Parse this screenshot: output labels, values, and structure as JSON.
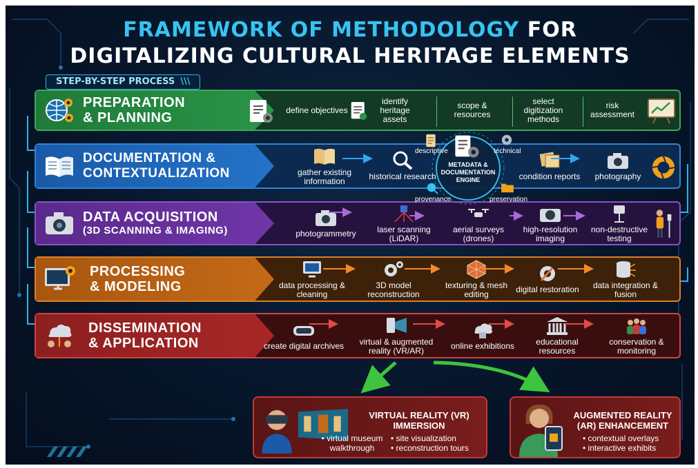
{
  "title": {
    "line1_accent": "FRAMEWORK OF METHODOLOGY",
    "line1_rest": " FOR",
    "line2": "DIGITALIZING CULTURAL HERITAGE ELEMENTS"
  },
  "step_tag": {
    "label": "STEP-BY-STEP PROCESS",
    "slashes": "\\\\\\"
  },
  "bands": [
    {
      "title": "PREPARATION",
      "title2": "& PLANNING",
      "items": [
        "define objectives",
        "identify heritage assets",
        "scope & resources",
        "select digitization methods",
        "risk assessment"
      ]
    },
    {
      "title": "DOCUMENTATION &",
      "title2": "CONTEXTUALIZATION",
      "items": [
        "gather existing information",
        "historical research",
        "condition reports",
        "photography"
      ]
    },
    {
      "title": "DATA ACQUISITION",
      "title2": "(3D SCANNING & IMAGING)",
      "items": [
        "photogrammetry",
        "laser scanning (LiDAR)",
        "aerial surveys (drones)",
        "high-resolution imaging",
        "non-destructive testing"
      ]
    },
    {
      "title": "PROCESSING",
      "title2": "& MODELING",
      "items": [
        "data processing & cleaning",
        "3D model reconstruction",
        "texturing & mesh editing",
        "digital restoration",
        "data integration & fusion"
      ]
    },
    {
      "title": "DISSEMINATION",
      "title2": "& APPLICATION",
      "items": [
        "create digital archives",
        "virtual & augmented reality (VR/AR)",
        "online exhibitions",
        "educational resources",
        "conservation & monitoring"
      ]
    }
  ],
  "engine": {
    "label": "METADATA & DOCUMENTATION ENGINE",
    "descriptive": "descriptive",
    "technical": "technical",
    "provenance": "provenance",
    "preservation": "preservation"
  },
  "vr_card": {
    "title": "VIRTUAL REALITY (VR) IMMERSION",
    "bullets": [
      "• virtual museum",
      "walkthrough",
      "• site visualization",
      "• reconstruction tours"
    ]
  },
  "ar_card": {
    "title": "AUGMENTED REALITY (AR) ENHANCEMENT",
    "bullets": [
      "• contextual overlays",
      "• interactive exhibits"
    ]
  },
  "colors": {
    "green": "#1f7a3a",
    "blue": "#1a5aa8",
    "purple": "#5b2a8c",
    "orange": "#a8560f",
    "red": "#8c1f1f",
    "accent": "#37c3f0"
  }
}
